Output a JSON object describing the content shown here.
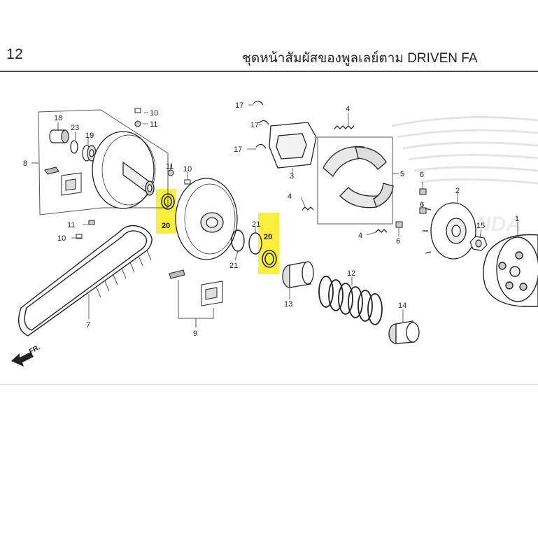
{
  "header": {
    "page_number": "12",
    "title": "ชุดหน้าสัมผัสของพูลเลย์ตาม  DRIVEN FA"
  },
  "direction_label": "FR.",
  "watermark_text": "HONDA",
  "colors": {
    "highlight": "#fcef3a",
    "line": "#2a2a2a",
    "watermark": "#e6e6e6"
  },
  "callouts": {
    "c1": "1",
    "c2": "2",
    "c3": "3",
    "c4a": "4",
    "c4b": "4",
    "c5": "5",
    "c6a": "6",
    "c6b": "6",
    "c6c": "6",
    "c7": "7",
    "c8": "8",
    "c9": "9",
    "c10a": "10",
    "c10b": "10",
    "c10c": "10",
    "c11a": "11",
    "c11b": "11",
    "c11c": "11",
    "c12": "12",
    "c13": "13",
    "c14": "14",
    "c15": "15",
    "c17a": "17",
    "c17b": "17",
    "c17c": "17",
    "c18": "18",
    "c19": "19",
    "c20a": "20",
    "c20b": "20",
    "c21a": "21",
    "c21b": "21",
    "c23": "23"
  }
}
